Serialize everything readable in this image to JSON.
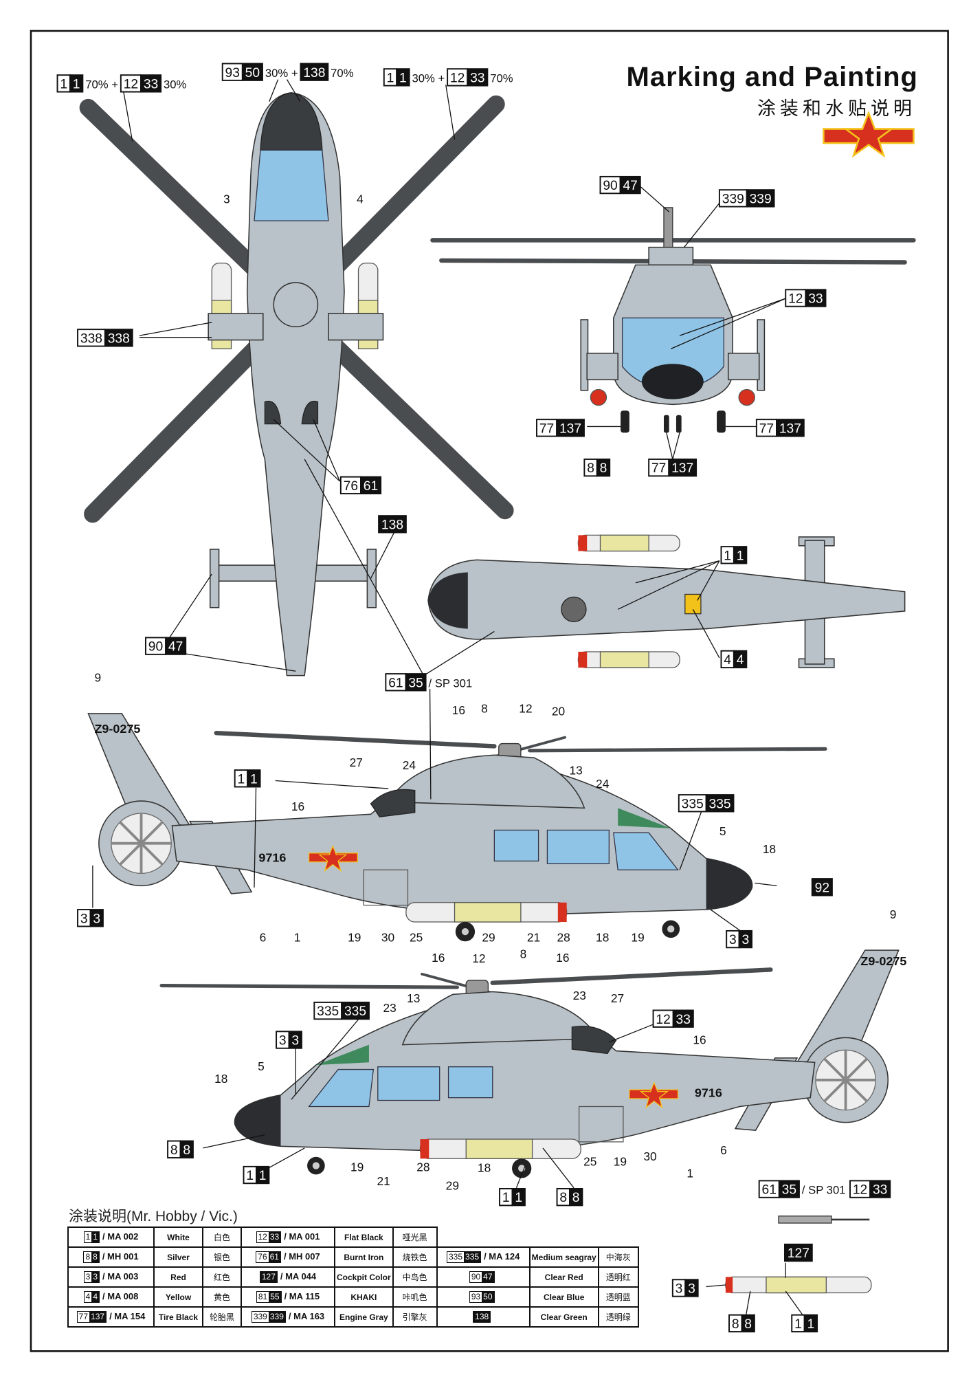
{
  "title": "Marking and Painting",
  "subtitle_cn": "涂装和水贴说明",
  "legend_heading": "涂装说明(Mr. Hobby / Vic.)",
  "colors": {
    "fuselage": "#b9c2c8",
    "glass": "#8fc4e6",
    "roundel_red": "#d8301e",
    "roundel_yellow": "#f3c21a",
    "missile_yellow": "#e8e6a0"
  },
  "top_view": {
    "rotor_left": {
      "w1": "1",
      "b1": "1",
      "p1": "70% +",
      "w2": "12",
      "b2": "33",
      "p2": "30%"
    },
    "rotor_center": {
      "w1": "93",
      "b1": "50",
      "p1": "30% +",
      "b2": "138",
      "p2": "70%"
    },
    "rotor_right": {
      "w1": "1",
      "b1": "1",
      "p1": "30% +",
      "w2": "12",
      "b2": "33",
      "p2": "70%"
    },
    "pods": {
      "w": "338",
      "b": "338"
    },
    "exhaust": {
      "w": "76",
      "b": "61"
    },
    "fin_light": {
      "b": "138"
    },
    "tail_light": {
      "w": "90",
      "b": "47"
    },
    "antenna": {
      "w": "61",
      "b": "35",
      "p": "/ SP 301"
    },
    "numbers": [
      "3",
      "4"
    ]
  },
  "front_view": {
    "mast_light": {
      "w": "90",
      "b": "47"
    },
    "rotor_hub": {
      "w": "339",
      "b": "339"
    },
    "windshield": {
      "w": "12",
      "b": "33"
    },
    "tire_left": {
      "w": "77",
      "b": "137"
    },
    "tire_right": {
      "w": "77",
      "b": "137"
    },
    "strut": {
      "w": "8",
      "b": "8"
    },
    "nose_tire": {
      "w": "77",
      "b": "137"
    }
  },
  "bottom_view": {
    "white_marks": {
      "w": "1",
      "b": "1"
    },
    "yellow_marks": {
      "w": "4",
      "b": "4"
    }
  },
  "side_right": {
    "serial_tail": "Z9-0275",
    "serial_body": "9716",
    "callout_white": {
      "w": "1",
      "b": "1"
    },
    "callout_red_tail": {
      "w": "3",
      "b": "3"
    },
    "callout_red_nose": {
      "w": "3",
      "b": "3"
    },
    "callout_radome": {
      "b": "92"
    },
    "callout_sea_gray": {
      "w": "335",
      "b": "335"
    },
    "numbers": [
      "9",
      "16",
      "8",
      "12",
      "20",
      "27",
      "24",
      "13",
      "24",
      "16",
      "5",
      "18",
      "6",
      "1",
      "19",
      "30",
      "25",
      "29",
      "21",
      "28",
      "18",
      "19"
    ]
  },
  "side_left": {
    "serial_tail": "Z9-0275",
    "serial_body": "9716",
    "callout_sea_gray": {
      "w": "335",
      "b": "335"
    },
    "callout_red": {
      "w": "3",
      "b": "3"
    },
    "callout_black": {
      "w": "12",
      "b": "33"
    },
    "callout_silver": {
      "w": "8",
      "b": "8"
    },
    "callout_white_nose": {
      "w": "1",
      "b": "1"
    },
    "callout_white_wheel": {
      "w": "1",
      "b": "1"
    },
    "callout_silver_wheel": {
      "w": "8",
      "b": "8"
    },
    "numbers": [
      "9",
      "16",
      "12",
      "8",
      "16",
      "23",
      "13",
      "23",
      "27",
      "16",
      "18",
      "5",
      "19",
      "21",
      "28",
      "29",
      "18",
      "25",
      "19",
      "30",
      "1",
      "6"
    ]
  },
  "parts": {
    "antenna": {
      "w": "61",
      "b": "35",
      "p": "/ SP 301"
    },
    "antenna_color": {
      "w": "12",
      "b": "33"
    },
    "missile_body": {
      "b": "127"
    },
    "missile_tip": {
      "w": "3",
      "b": "3"
    },
    "missile_silver": {
      "w": "8",
      "b": "8"
    },
    "missile_white": {
      "w": "1",
      "b": "1"
    }
  },
  "paint_table": [
    [
      {
        "w": "1",
        "b": "1",
        "code": "/ MA 002"
      },
      "White",
      "白色",
      {
        "w": "12",
        "b": "33",
        "code": "/ MA 001"
      },
      "Flat Black",
      "哑光黑"
    ],
    [
      {
        "w": "8",
        "b": "8",
        "code": "/ MH 001"
      },
      "Silver",
      "银色",
      {
        "w": "76",
        "b": "61",
        "code": "/ MH 007"
      },
      "Burnt Iron",
      "烧铁色",
      {
        "w": "335",
        "b": "335",
        "code": "/ MA 124"
      },
      "Medium seagray",
      "中海灰"
    ],
    [
      {
        "w": "3",
        "b": "3",
        "code": "/ MA 003"
      },
      "Red",
      "红色",
      {
        "w": "",
        "b": "127",
        "code": "/ MA 044"
      },
      "Cockpit Color",
      "中岛色",
      {
        "w": "90",
        "b": "47",
        "code": ""
      },
      "Clear Red",
      "透明红"
    ],
    [
      {
        "w": "4",
        "b": "4",
        "code": "/ MA 008"
      },
      "Yellow",
      "黄色",
      {
        "w": "81",
        "b": "55",
        "code": "/ MA 115"
      },
      "KHAKI",
      "咔叽色",
      {
        "w": "93",
        "b": "50",
        "code": ""
      },
      "Clear Blue",
      "透明蓝"
    ],
    [
      {
        "w": "77",
        "b": "137",
        "code": "/ MA 154"
      },
      "Tire Black",
      "轮胎黑",
      {
        "w": "339",
        "b": "339",
        "code": "/ MA 163"
      },
      "Engine Gray",
      "引擎灰",
      {
        "w": "",
        "b": "138",
        "code": ""
      },
      "Clear Green",
      "透明绿"
    ]
  ]
}
